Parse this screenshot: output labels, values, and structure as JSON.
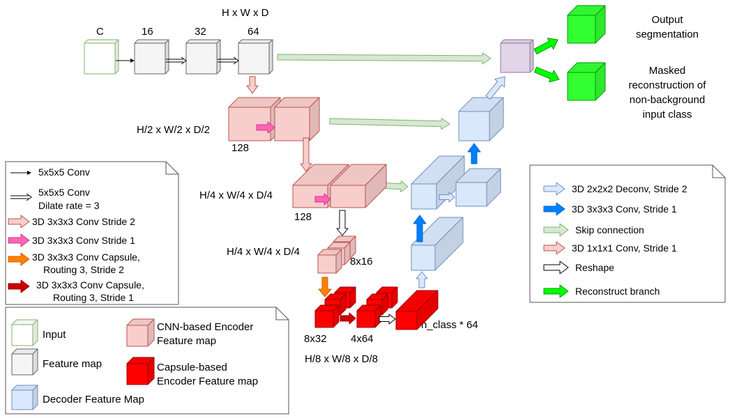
{
  "top": {
    "dims": "H x W x D",
    "ch_input": "C",
    "ch_1": "16",
    "ch_2": "32",
    "ch_3": "64"
  },
  "output": {
    "seg_line1": "Output",
    "seg_line2": "segmentation",
    "rec_line1": "Masked",
    "rec_line2": "reconstruction of",
    "rec_line3": "non-background",
    "rec_line4": "input class"
  },
  "labels": {
    "half_dims": "H/2 x W/2 x D/2",
    "half_ch": "128",
    "quarter_dims": "H/4 x W/4 x D/4",
    "quarter_ch": "128",
    "quarter_dims_2": "H/4 x W/4 x D/4",
    "caps_8x16": "8x16",
    "caps_8x32": "8x32",
    "caps_4x64": "4x64",
    "nclass": "n_class * 64",
    "eighth_dims": "H/8 x W/8 x D/8"
  },
  "legend_conv": {
    "conv5": "5x5x5 Conv",
    "dilate_line1": "5x5x5 Conv",
    "dilate_line2": "Dilate rate = 3",
    "conv_s2": "3D 3x3x3 Conv Stride 2",
    "conv_s1": "3D 3x3x3 Conv Stride 1",
    "caps_s2_line1": "3D 3x3x3 Conv Capsule,",
    "caps_s2_line2": "Routing 3, Stride 2",
    "caps_s1_line1": "3D 3x3x3 Conv Capsule,",
    "caps_s1_line2": "Routing 3, Stride 1"
  },
  "legend_decoder": {
    "deconv": "3D 2x2x2 Deconv, Stride 2",
    "conv3": "3D 3x3x3 Conv, Stride 1",
    "skip": "Skip connection",
    "conv1": "3D 1x1x1 Conv, Stride 1",
    "reshape": "Reshape",
    "reconstruct": "Reconstruct branch"
  },
  "legend_maps": {
    "input": "Input",
    "feature": "Feature map",
    "decoder": "Decoder Feature Map",
    "cnn_line1": "CNN-based Encoder",
    "cnn_line2": "Feature map",
    "caps_line1": "Capsule-based",
    "caps_line2": "Encoder Feature map"
  },
  "colors": {
    "input_fill": "#ffffff",
    "input_stroke": "#82b366",
    "gray_fill": "#f5f5f5",
    "gray_stroke": "#666666",
    "pink_fill": "#f8cecc",
    "pink_stroke": "#b85450",
    "red_fill": "#ff0000",
    "red_stroke": "#990000",
    "blue_fill": "#dae8fc",
    "blue_stroke": "#6c8ebf",
    "purple_fill": "#e1d5e7",
    "purple_stroke": "#9673a6",
    "green_fill": "#33ff33",
    "green_stroke": "#009900",
    "arrow_skip_fill": "#d5e8d4",
    "arrow_skip_stroke": "#82b366",
    "arrow_deconv_fill": "#dae8fc",
    "arrow_deconv_stroke": "#6c8ebf",
    "arrow_conv3_fill": "#007fff",
    "arrow_conv3_stroke": "#0066cc",
    "arrow_pink_fill": "#f8cecc",
    "arrow_pink_stroke": "#b85450",
    "arrow_magenta_fill": "#ff66b3",
    "arrow_magenta_stroke": "#cc3399",
    "arrow_orange_fill": "#ff8000",
    "arrow_orange_stroke": "#cc6600",
    "arrow_darkred_fill": "#cc0000",
    "arrow_darkred_stroke": "#990000",
    "arrow_green_fill": "#00ff00",
    "arrow_green_stroke": "#009900"
  }
}
